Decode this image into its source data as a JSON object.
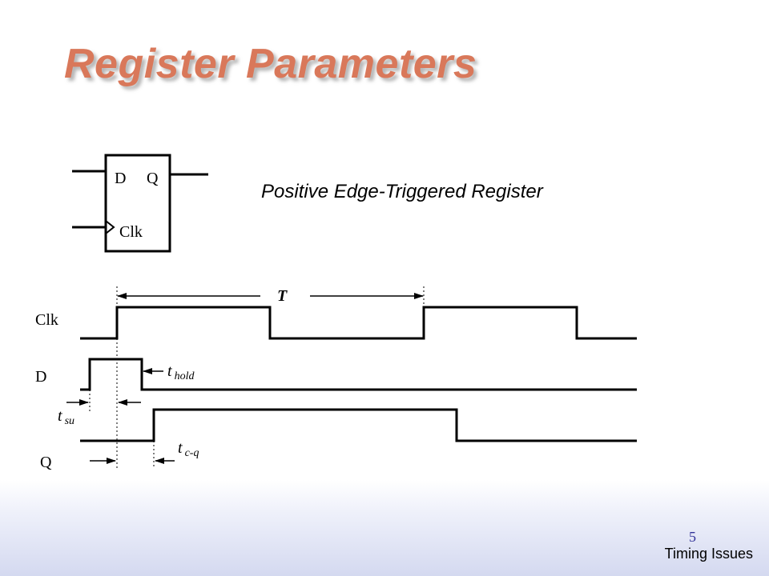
{
  "slide": {
    "title": "Register Parameters",
    "subtitle": "Positive Edge-Triggered Register",
    "page_number": "5",
    "section": "Timing Issues"
  },
  "register": {
    "d_label": "D",
    "q_label": "Q",
    "clk_label": "Clk"
  },
  "timing": {
    "signals": [
      "Clk",
      "D",
      "Q"
    ],
    "period_label": "T",
    "tsu": {
      "base": "t",
      "sub": "su"
    },
    "thold": {
      "base": "t",
      "sub": "hold"
    },
    "tcq": {
      "base": "t",
      "sub": "c-q"
    }
  }
}
